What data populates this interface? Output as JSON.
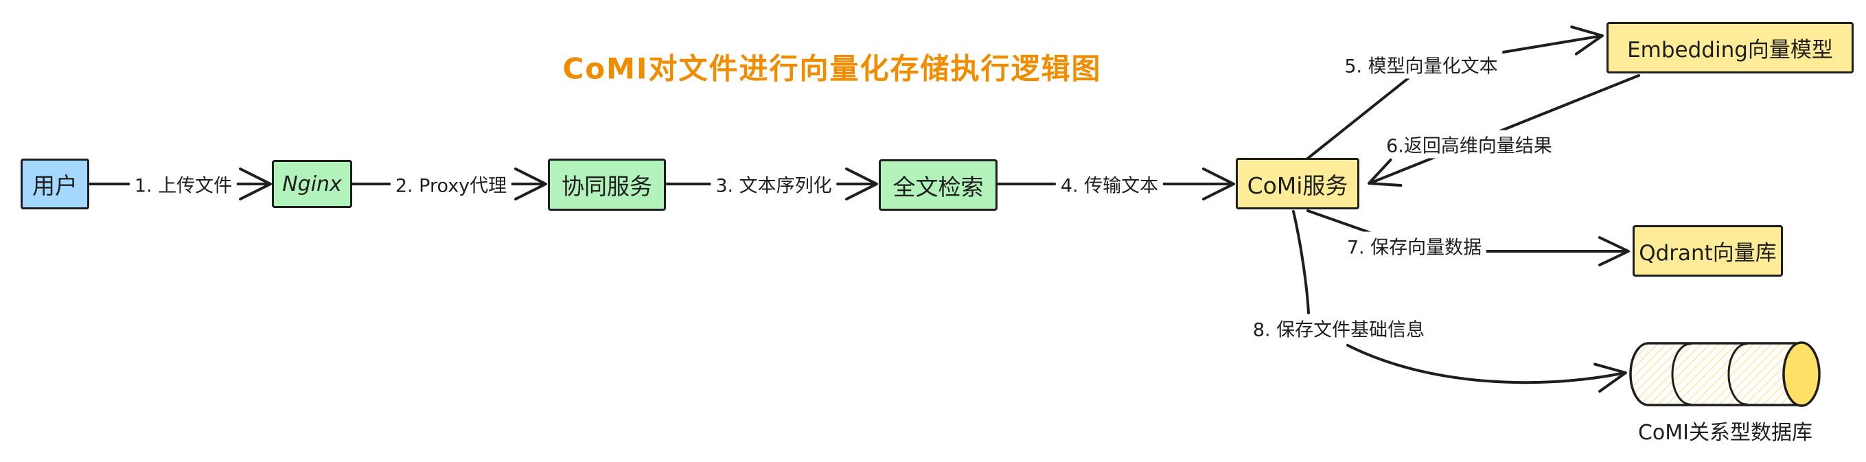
{
  "title": {
    "text": "CoMI对文件进行向量化存储执行逻辑图",
    "color": "#f08c00"
  },
  "palette": {
    "stroke": "#1e1e1e",
    "blue": "#a5d8ff",
    "green": "#b2f2bb",
    "yellow": "#ffec99",
    "cap_yellow": "#ffe066",
    "hatch": "#ffe299",
    "title_orange": "#f08c00"
  },
  "nodes": {
    "user": {
      "label": "用户"
    },
    "nginx": {
      "label": "Nginx"
    },
    "collab": {
      "label": "协同服务"
    },
    "fulltext": {
      "label": "全文检索"
    },
    "comi": {
      "label": "CoMi服务"
    },
    "embedding": {
      "label": "Embedding向量模型"
    },
    "qdrant": {
      "label": "Qdrant向量库"
    },
    "database": {
      "label": "CoMI关系型数据库"
    }
  },
  "edges": {
    "e1": {
      "label": "1. 上传文件",
      "from": "user",
      "to": "nginx"
    },
    "e2": {
      "label": "2. Proxy代理",
      "from": "nginx",
      "to": "collab"
    },
    "e3": {
      "label": "3. 文本序列化",
      "from": "collab",
      "to": "fulltext"
    },
    "e4": {
      "label": "4. 传输文本",
      "from": "fulltext",
      "to": "comi"
    },
    "e5": {
      "label": "5. 模型向量化文本",
      "from": "comi",
      "to": "embedding"
    },
    "e6": {
      "label": "6.返回高维向量结果",
      "from": "embedding",
      "to": "comi"
    },
    "e7": {
      "label": "7. 保存向量数据",
      "from": "comi",
      "to": "qdrant"
    },
    "e8": {
      "label": "8. 保存文件基础信息",
      "from": "comi",
      "to": "database"
    }
  }
}
